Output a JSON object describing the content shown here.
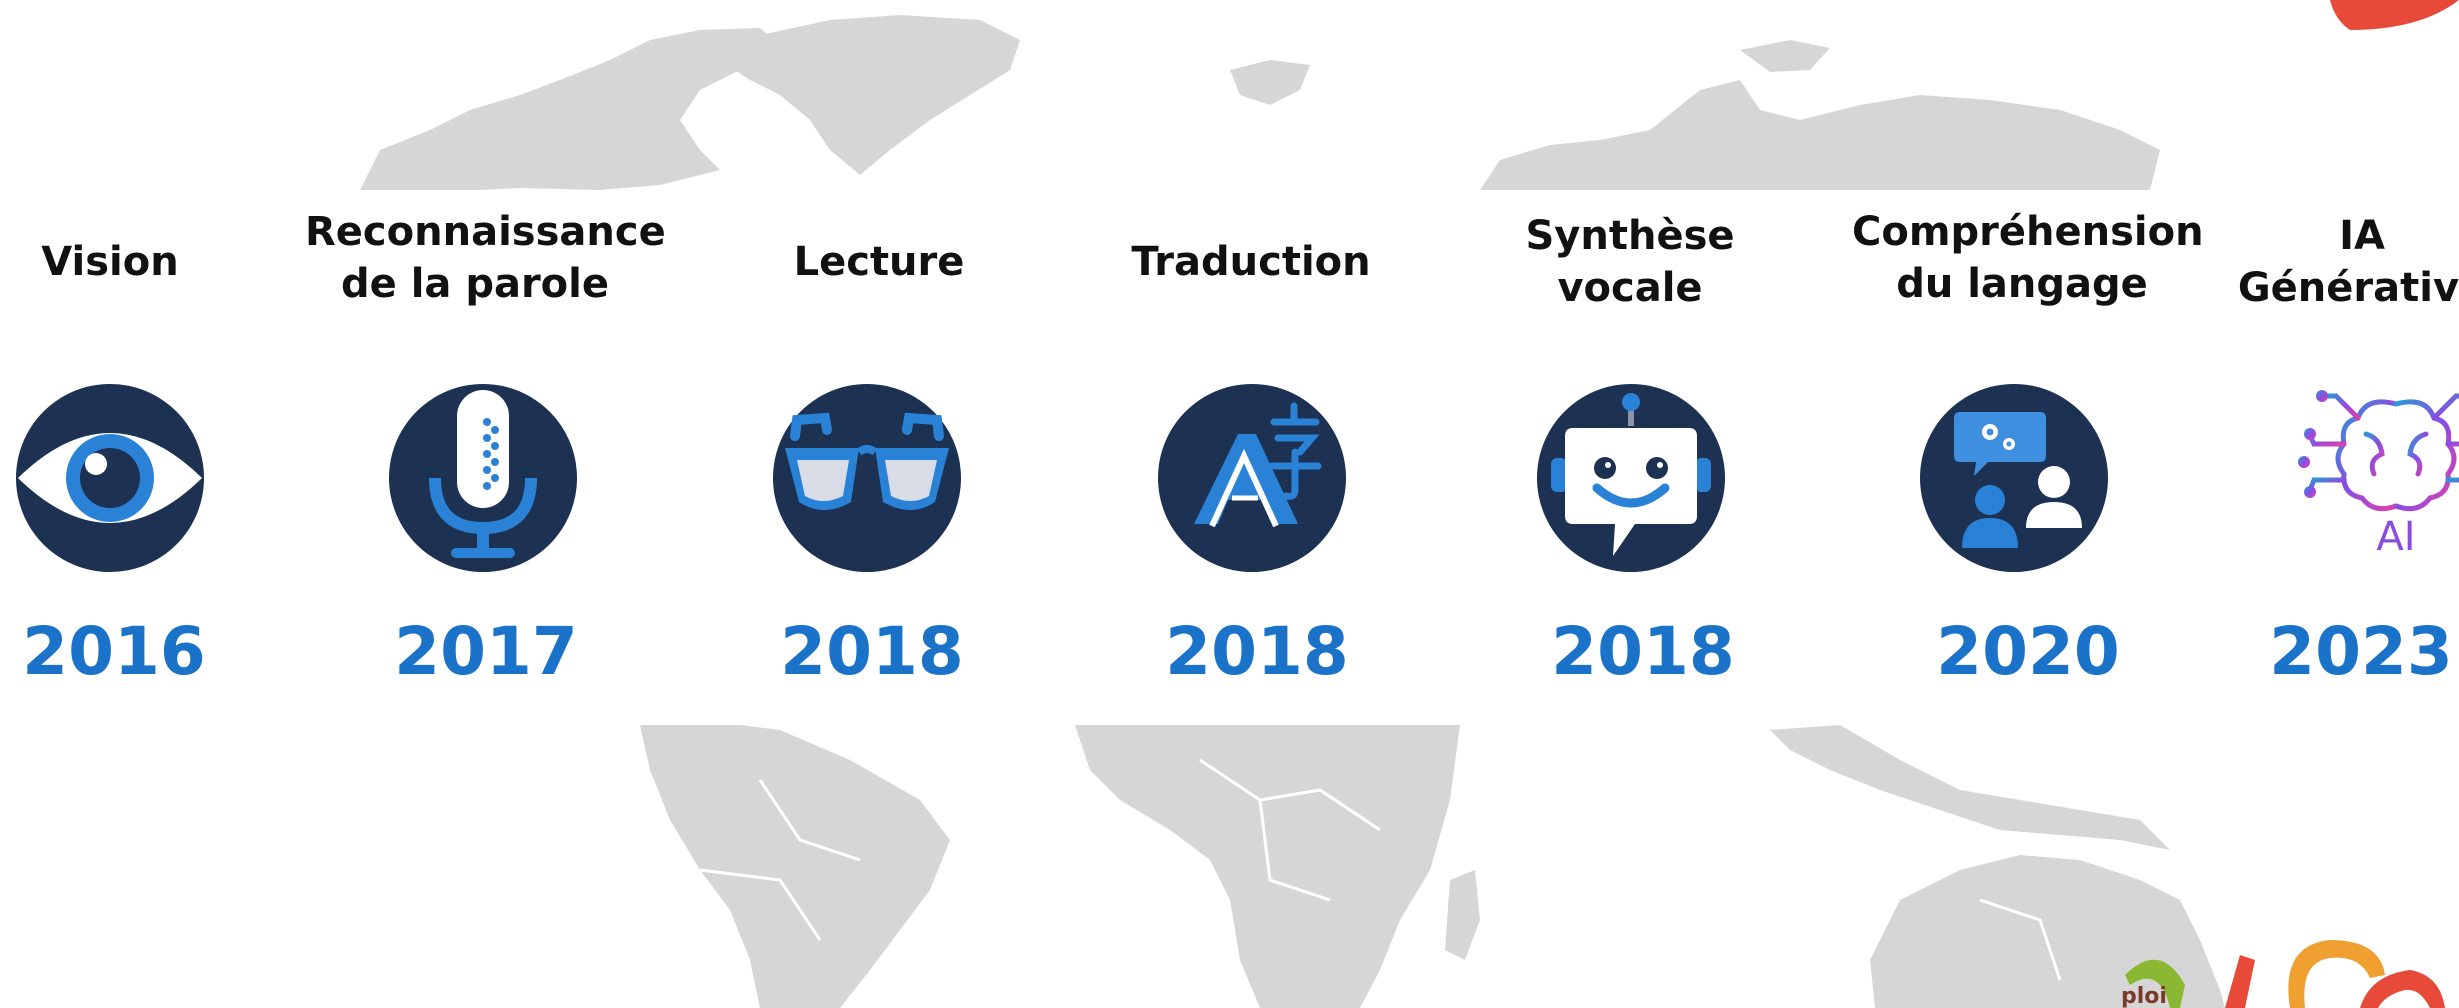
{
  "timeline": [
    {
      "label": "Vision",
      "year": "2016",
      "icon": "eye-icon"
    },
    {
      "label": "Reconnaissance\nde la parole",
      "year": "2017",
      "icon": "microphone-icon"
    },
    {
      "label": "Lecture",
      "year": "2018",
      "icon": "glasses-icon"
    },
    {
      "label": "Traduction",
      "year": "2018",
      "icon": "translation-icon"
    },
    {
      "label": "Synthèse\nvocale",
      "year": "2018",
      "icon": "robot-chat-icon"
    },
    {
      "label": "Compréhension\ndu langage",
      "year": "2020",
      "icon": "person-speech-icon"
    },
    {
      "label": "IA\nGénérative",
      "year": "2023",
      "icon": "ai-brain-icon"
    }
  ],
  "ai_icon_text": "AI",
  "corner_logo_text": "ploi",
  "colors": {
    "circle": "#1d3153",
    "accent_blue": "#2a82d6",
    "year_blue": "#1a73c8",
    "map_gray": "#d6d6d6",
    "corner_red": "#e84a3a"
  }
}
